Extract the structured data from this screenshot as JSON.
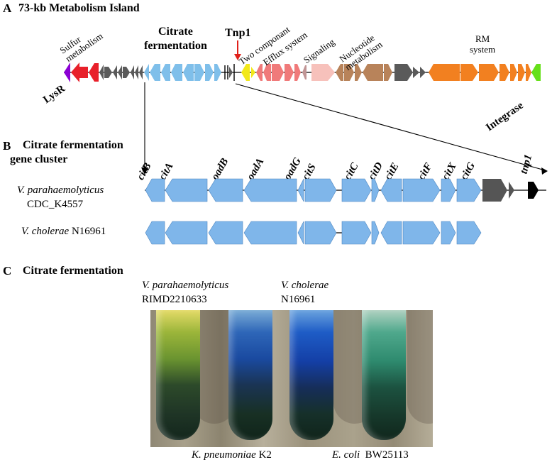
{
  "panel_a": {
    "letter": "A",
    "title": "73-kb Metabolism Island",
    "region_labels": {
      "sulfur": "Sulfur\nmetabolism",
      "citrate": "Citrate\nfermentation",
      "tnp1": "Tnp1",
      "two_component": "Two componant",
      "efflux": "Efflux system",
      "signaling": "Signaling",
      "nucleotide": "Nucleotide\nmetabolism",
      "rm": "RM\nsystem"
    },
    "bottom_labels": {
      "lysr": "LysR",
      "integrase": "Integrase"
    },
    "colors": {
      "lysr": "#8b00d4",
      "sulfur": "#e8202a",
      "grey": "#5a5a5a",
      "citrate": "#7fbfea",
      "two_component": "#f2e81a",
      "efflux": "#f07a7a",
      "signaling": "#f7c1bb",
      "nucleotide": "#b8835a",
      "rm": "#f28020",
      "integrase": "#66e01a",
      "tnp_arrow": "#e0201a"
    }
  },
  "panel_b": {
    "letter": "B",
    "title_line1": "Citrate fermentation",
    "title_line2": "gene cluster",
    "genes": [
      "citB",
      "citA",
      "oadB",
      "oadA",
      "oadG",
      "citS",
      "citC",
      "citD",
      "citE",
      "citF",
      "citX",
      "citG",
      "tnp1"
    ],
    "strain1_species": "V. parahaemolyticus",
    "strain1_id": "CDC_K4557",
    "strain2_species": "V. cholerae",
    "strain2_id": "N16961",
    "gene_color": "#7fb6ea"
  },
  "panel_c": {
    "letter": "C",
    "title": "Citrate fermentation",
    "top_labels": [
      {
        "species": "V. parahaemolyticus",
        "strain": "RIMD2210633"
      },
      {
        "species": "V. cholerae",
        "strain": "N16961"
      }
    ],
    "bottom_labels": [
      {
        "species": "K. pneumoniae",
        "strain": "K2"
      },
      {
        "species": "E. coli",
        "strain": "BW25113"
      }
    ]
  }
}
